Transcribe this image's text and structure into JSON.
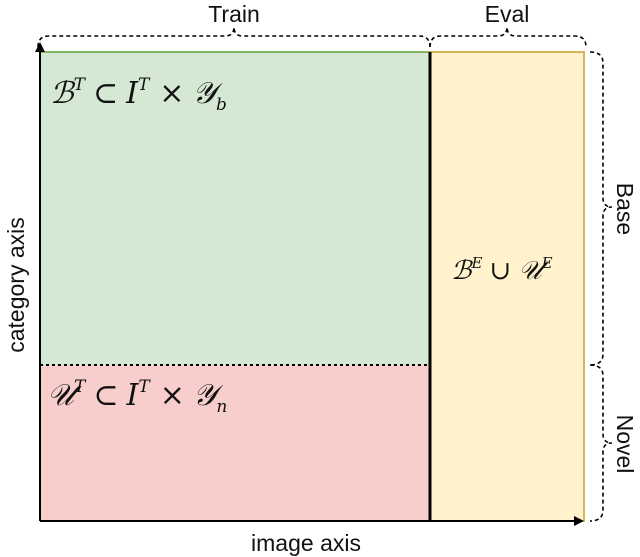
{
  "colors": {
    "train_base_fill": "#d5e8d4",
    "train_base_border": "#82b366",
    "train_novel_fill": "#f8cecc",
    "eval_fill": "#fff2cc",
    "eval_border": "#d6b656",
    "axis": "#000000"
  },
  "labels": {
    "train": "Train",
    "eval": "Eval",
    "base": "Base",
    "novel": "Novel",
    "x_axis": "image axis",
    "y_axis": "category axis"
  },
  "math": {
    "train_base": {
      "set": "ℬ",
      "set_sup": "T",
      "subset": "⊂",
      "images": "I",
      "images_sup": "T",
      "times": "×",
      "cats": "𝒴",
      "cats_sub": "b"
    },
    "train_novel": {
      "set": "𝒰",
      "set_sup": "T",
      "subset": "⊂",
      "images": "I",
      "images_sup": "T",
      "times": "×",
      "cats": "𝒴",
      "cats_sub": "n"
    },
    "eval": {
      "set_a": "ℬ",
      "set_a_sup": "E",
      "union": "∪",
      "set_b": "𝒰",
      "set_b_sup": "E"
    }
  }
}
